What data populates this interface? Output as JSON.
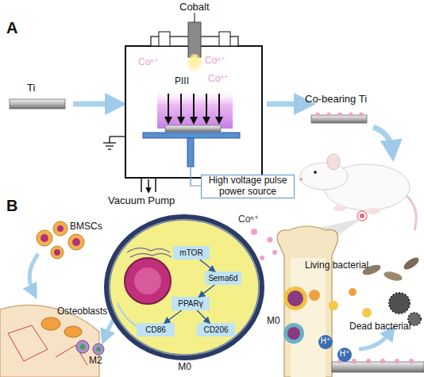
{
  "diagram": {
    "nodes": [
      {
        "text": [
          "High voltage pulse power source"
        ]
      },
      {
        "text": [
          "M0"
        ]
      },
      {
        "text": [
          "mTOR"
        ],
        "in": 1
      },
      {
        "text": [
          "Sema6d"
        ],
        "in": 1
      },
      {
        "text": [
          "PPARγ"
        ],
        "in": 1
      },
      {
        "text": [
          "CD86"
        ],
        "in": 1
      },
      {
        "text": [
          "CD206"
        ],
        "in": 1
      }
    ],
    "edges": [
      {
        "from": 2,
        "to": 3,
        "arrow": "to"
      },
      {
        "from": 3,
        "to": 4,
        "arrow": "to"
      },
      {
        "from": 4,
        "to": 5,
        "arrow": "to"
      },
      {
        "from": 4,
        "to": 6,
        "arrow": "to"
      }
    ],
    "labels": [
      "A",
      "Cobalt",
      "Coⁿ⁺",
      "Coⁿ⁺",
      "Coⁿ⁺",
      "PIII",
      "Ti",
      "Co-bearing Ti",
      "Vacuum Pump",
      "B",
      "BMSCs",
      "Coⁿ⁺",
      "Living bacterial",
      "Osteoblasts",
      "M2",
      "M0",
      "H⁺",
      "H⁺",
      "Dead bacterial"
    ]
  }
}
